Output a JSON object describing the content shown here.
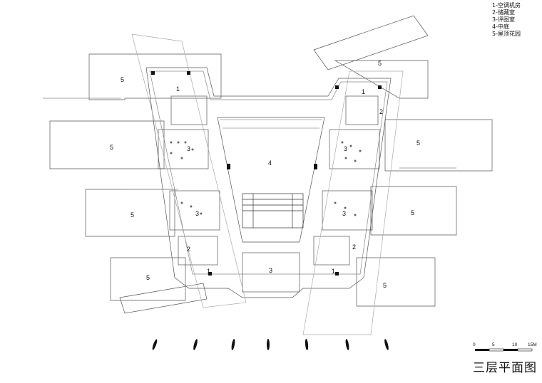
{
  "title": "三层平面图",
  "legend": [
    "1-空调机房",
    "2-储藏室",
    "3-评图室",
    "4-中庭",
    "5-屋顶花园"
  ],
  "room_labels": [
    "1",
    "2",
    "3",
    "4",
    "5"
  ],
  "scale_bar": {
    "ticks": [
      "0",
      "5",
      "10",
      "15M"
    ]
  }
}
